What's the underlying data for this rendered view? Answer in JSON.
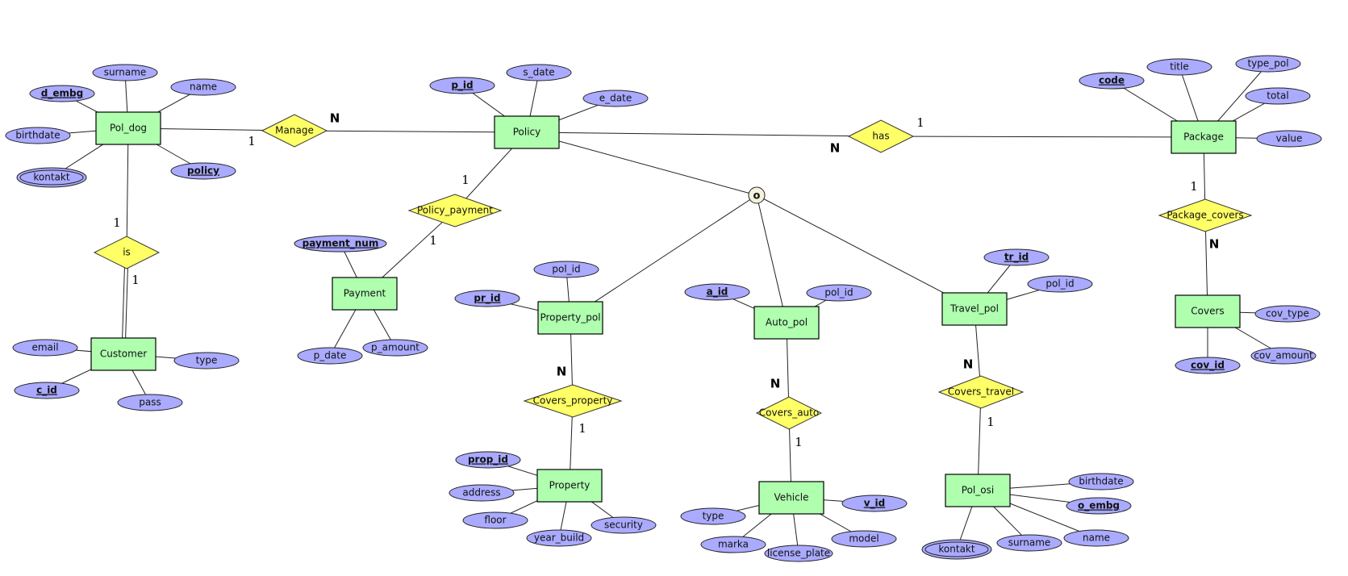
{
  "diagram": {
    "type": "ER diagram",
    "entities": [
      {
        "id": "pol_dog",
        "label": "Pol_dog"
      },
      {
        "id": "customer",
        "label": "Customer"
      },
      {
        "id": "policy",
        "label": "Policy"
      },
      {
        "id": "payment",
        "label": "Payment"
      },
      {
        "id": "package",
        "label": "Package"
      },
      {
        "id": "covers",
        "label": "Covers"
      },
      {
        "id": "property_pol",
        "label": "Property_pol"
      },
      {
        "id": "property",
        "label": "Property"
      },
      {
        "id": "auto_pol",
        "label": "Auto_pol"
      },
      {
        "id": "vehicle",
        "label": "Vehicle"
      },
      {
        "id": "travel_pol",
        "label": "Travel_pol"
      },
      {
        "id": "pol_osi",
        "label": "Pol_osi"
      }
    ],
    "relationships": [
      {
        "id": "manage",
        "label": "Manage"
      },
      {
        "id": "is",
        "label": "is"
      },
      {
        "id": "has",
        "label": "has"
      },
      {
        "id": "policy_payment",
        "label": "Policy_payment"
      },
      {
        "id": "package_covers",
        "label": "Package_covers"
      },
      {
        "id": "covers_property",
        "label": "Covers_property"
      },
      {
        "id": "covers_auto",
        "label": "Covers_auto"
      },
      {
        "id": "covers_travel",
        "label": "Covers_travel"
      }
    ],
    "specialization": {
      "id": "spec_o",
      "label": "o",
      "parent": "policy",
      "children": [
        "property_pol",
        "auto_pol",
        "travel_pol"
      ]
    },
    "attributes": [
      {
        "id": "a_d_embg",
        "label": "d_embg",
        "owner": "pol_dog",
        "key": true
      },
      {
        "id": "a_surname1",
        "label": "surname",
        "owner": "pol_dog"
      },
      {
        "id": "a_name1",
        "label": "name",
        "owner": "pol_dog"
      },
      {
        "id": "a_birthdate1",
        "label": "birthdate",
        "owner": "pol_dog"
      },
      {
        "id": "a_kontakt1",
        "label": "kontakt",
        "owner": "pol_dog",
        "multivalued": true
      },
      {
        "id": "a_policy",
        "label": "policy",
        "owner": "pol_dog",
        "key": true
      },
      {
        "id": "a_email",
        "label": "email",
        "owner": "customer"
      },
      {
        "id": "a_c_id",
        "label": "c_id",
        "owner": "customer",
        "key": true
      },
      {
        "id": "a_pass",
        "label": "pass",
        "owner": "customer"
      },
      {
        "id": "a_type1",
        "label": "type",
        "owner": "customer"
      },
      {
        "id": "a_p_id",
        "label": "p_id",
        "owner": "policy",
        "key": true
      },
      {
        "id": "a_s_date",
        "label": "s_date",
        "owner": "policy"
      },
      {
        "id": "a_e_date",
        "label": "e_date",
        "owner": "policy"
      },
      {
        "id": "a_payment_num",
        "label": "payment_num",
        "owner": "payment",
        "key": true
      },
      {
        "id": "a_p_date",
        "label": "p_date",
        "owner": "payment"
      },
      {
        "id": "a_p_amount",
        "label": "p_amount",
        "owner": "payment"
      },
      {
        "id": "a_code",
        "label": "code",
        "owner": "package",
        "key": true
      },
      {
        "id": "a_title",
        "label": "title",
        "owner": "package"
      },
      {
        "id": "a_type_pol",
        "label": "type_pol",
        "owner": "package"
      },
      {
        "id": "a_total",
        "label": "total",
        "owner": "package"
      },
      {
        "id": "a_value",
        "label": "value",
        "owner": "package"
      },
      {
        "id": "a_cov_type",
        "label": "cov_type",
        "owner": "covers"
      },
      {
        "id": "a_cov_amount",
        "label": "cov_amount",
        "owner": "covers"
      },
      {
        "id": "a_cov_id",
        "label": "cov_id",
        "owner": "covers",
        "key": true
      },
      {
        "id": "a_pr_id",
        "label": "pr_id",
        "owner": "property_pol",
        "key": true
      },
      {
        "id": "a_pol_id1",
        "label": "pol_id",
        "owner": "property_pol"
      },
      {
        "id": "a_prop_id",
        "label": "prop_id",
        "owner": "property",
        "key": true
      },
      {
        "id": "a_address",
        "label": "address",
        "owner": "property"
      },
      {
        "id": "a_floor",
        "label": "floor",
        "owner": "property"
      },
      {
        "id": "a_year_build",
        "label": "year_build",
        "owner": "property"
      },
      {
        "id": "a_security",
        "label": "security",
        "owner": "property"
      },
      {
        "id": "a_a_id",
        "label": "a_id",
        "owner": "auto_pol",
        "key": true
      },
      {
        "id": "a_pol_id2",
        "label": "pol_id",
        "owner": "auto_pol"
      },
      {
        "id": "a_type2",
        "label": "type",
        "owner": "vehicle"
      },
      {
        "id": "a_marka",
        "label": "marka",
        "owner": "vehicle"
      },
      {
        "id": "a_license_plate",
        "label": "license_plate",
        "owner": "vehicle"
      },
      {
        "id": "a_model",
        "label": "model",
        "owner": "vehicle"
      },
      {
        "id": "a_v_id",
        "label": "v_id",
        "owner": "vehicle",
        "key": true
      },
      {
        "id": "a_tr_id",
        "label": "tr_id",
        "owner": "travel_pol",
        "key": true
      },
      {
        "id": "a_pol_id3",
        "label": "pol_id",
        "owner": "travel_pol"
      },
      {
        "id": "a_birthdate2",
        "label": "birthdate",
        "owner": "pol_osi"
      },
      {
        "id": "a_o_embg",
        "label": "o_embg",
        "owner": "pol_osi",
        "key": true
      },
      {
        "id": "a_name2",
        "label": "name",
        "owner": "pol_osi"
      },
      {
        "id": "a_surname2",
        "label": "surname",
        "owner": "pol_osi"
      },
      {
        "id": "a_kontakt2",
        "label": "kontakt",
        "owner": "pol_osi",
        "multivalued": true
      }
    ],
    "links": [
      {
        "id": "l_dog_manage",
        "from": "pol_dog",
        "to": "manage",
        "cardinality": "1"
      },
      {
        "id": "l_manage_policy",
        "from": "manage",
        "to": "policy",
        "cardinality": "N"
      },
      {
        "id": "l_dog_is",
        "from": "pol_dog",
        "to": "is",
        "cardinality": "1"
      },
      {
        "id": "l_is_customer",
        "from": "is",
        "to": "customer",
        "cardinality": "1",
        "total": true
      },
      {
        "id": "l_policy_has",
        "from": "policy",
        "to": "has",
        "cardinality": "N"
      },
      {
        "id": "l_has_package",
        "from": "has",
        "to": "package",
        "cardinality": "1"
      },
      {
        "id": "l_policy_pp",
        "from": "policy",
        "to": "policy_payment",
        "cardinality": "1"
      },
      {
        "id": "l_pp_payment",
        "from": "policy_payment",
        "to": "payment",
        "cardinality": "1"
      },
      {
        "id": "l_package_pc",
        "from": "package",
        "to": "package_covers",
        "cardinality": "1"
      },
      {
        "id": "l_pc_covers",
        "from": "package_covers",
        "to": "covers",
        "cardinality": "N"
      },
      {
        "id": "l_ppol_cp",
        "from": "property_pol",
        "to": "covers_property",
        "cardinality": "N"
      },
      {
        "id": "l_cp_property",
        "from": "covers_property",
        "to": "property",
        "cardinality": "1"
      },
      {
        "id": "l_apol_ca",
        "from": "auto_pol",
        "to": "covers_auto",
        "cardinality": "N"
      },
      {
        "id": "l_ca_vehicle",
        "from": "covers_auto",
        "to": "vehicle",
        "cardinality": "1"
      },
      {
        "id": "l_tpol_ct",
        "from": "travel_pol",
        "to": "covers_travel",
        "cardinality": "N"
      },
      {
        "id": "l_ct_polosi",
        "from": "covers_travel",
        "to": "pol_osi",
        "cardinality": "1"
      }
    ]
  },
  "colors": {
    "entity_fill": "#afffaf",
    "relationship_fill": "#ffff66",
    "attribute_fill": "#aaaaff",
    "specialization_fill": "#f5f2dc",
    "background": "#ffffff"
  }
}
